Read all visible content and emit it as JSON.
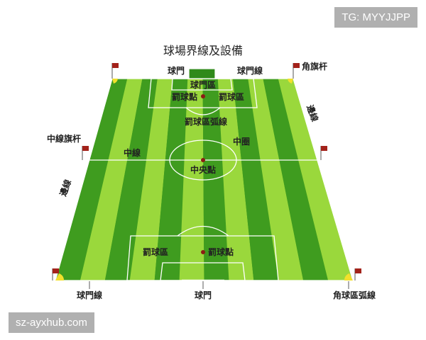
{
  "diagram": {
    "title": "球場界線及設備",
    "labels": {
      "goal_top": "球門",
      "goal_line_top": "球門線",
      "corner_flag": "角旗杆",
      "goal_area_top": "球門區",
      "penalty_spot_top_left": "罰球點",
      "penalty_area_top_right": "罰球區",
      "penalty_arc": "罰球區弧線",
      "touchline_right": "邊線",
      "halfway_flag": "中線旗杆",
      "halfway_line": "中線",
      "center_circle": "中圈",
      "center_spot": "中央點",
      "touchline_left": "邊線",
      "penalty_area_bottom": "罰球區",
      "penalty_spot_bottom": "罰球點",
      "goal_line_bottom": "球門線",
      "goal_bottom": "球門",
      "corner_arc": "角球區弧線"
    }
  },
  "watermarks": {
    "top_right": "TG: MYYJJPP",
    "bottom_left": "sz-ayxhub.com"
  },
  "colors": {
    "grass_dark": "#3f9c1f",
    "grass_light": "#9ad83c",
    "line": "#ffffff",
    "flag": "#a3221a",
    "spot": "#8b1c14",
    "corner_fill": "#f2e02c",
    "label_text": "#222222"
  }
}
